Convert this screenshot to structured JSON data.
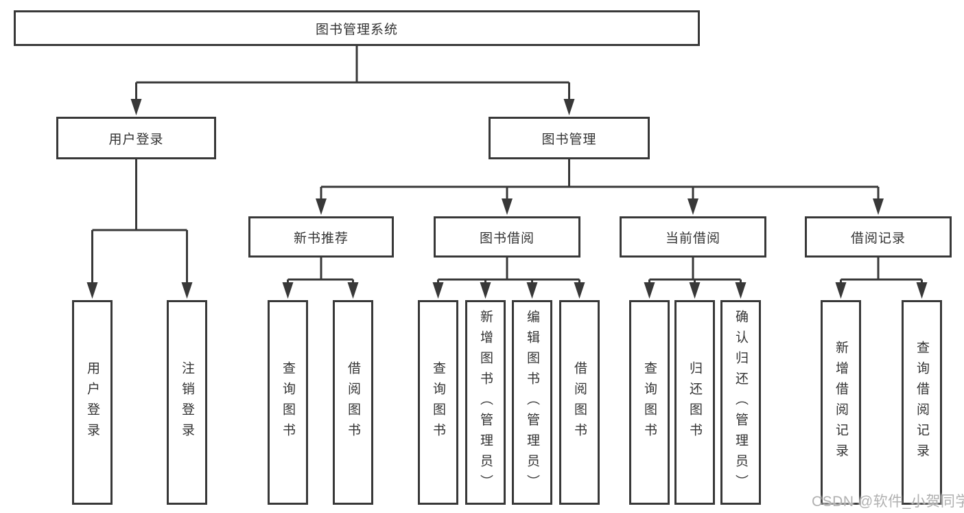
{
  "diagram": {
    "root": {
      "label": "图书管理系统"
    },
    "level2": {
      "user_login": {
        "label": "用户登录"
      },
      "book_management": {
        "label": "图书管理"
      }
    },
    "level3": {
      "new_book_recommend": {
        "label": "新书推荐"
      },
      "book_borrow": {
        "label": "图书借阅"
      },
      "current_borrow": {
        "label": "当前借阅"
      },
      "borrow_records": {
        "label": "借阅记录"
      }
    },
    "leaves": {
      "user_login_leaf": {
        "label": "用户登录"
      },
      "logout_leaf": {
        "label": "注销登录"
      },
      "recommend_query_books": {
        "label": "查询图书"
      },
      "recommend_borrow_books": {
        "label": "借阅图书"
      },
      "borrow_query_books": {
        "label": "查询图书"
      },
      "borrow_add_books": {
        "label": "新增图书（管理员）"
      },
      "borrow_edit_books": {
        "label": "编辑图书（管理员）"
      },
      "borrow_borrow_books": {
        "label": "借阅图书"
      },
      "current_query_books": {
        "label": "查询图书"
      },
      "current_return_books": {
        "label": "归还图书"
      },
      "current_confirm_return": {
        "label": "确认归还（管理员）"
      },
      "records_add_record": {
        "label": "新增借阅记录"
      },
      "records_query_record": {
        "label": "查询借阅记录"
      }
    },
    "watermark": "CSDN @软件_小贺同学",
    "colors": {
      "line": "#383838",
      "text": "#333333",
      "background": "#ffffff",
      "watermark": "#b0b0b0"
    }
  }
}
